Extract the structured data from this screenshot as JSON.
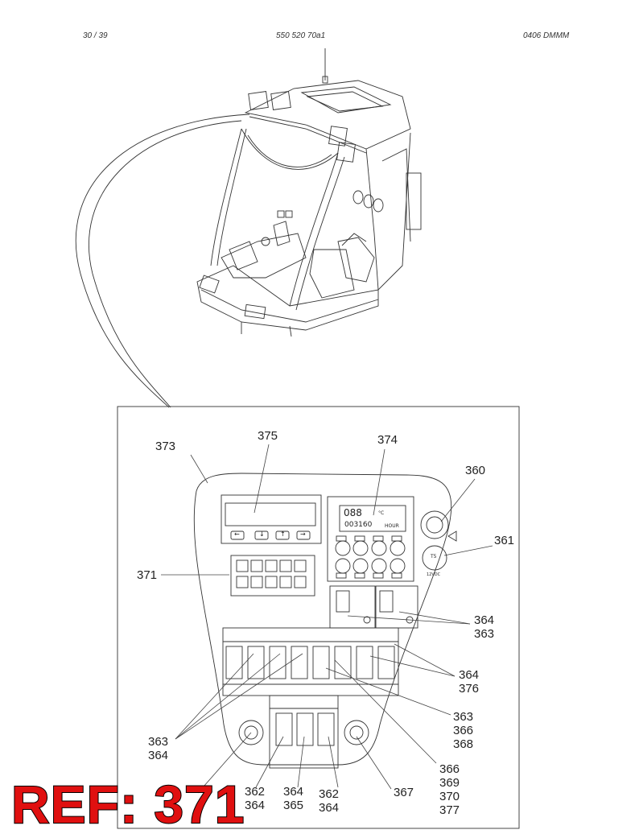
{
  "header": {
    "page": "30 /   39",
    "doc_number": "550 520 70a1",
    "revision": "0406  DMMM"
  },
  "callouts": {
    "c373": "373",
    "c375": "375",
    "c374": "374",
    "c360": "360",
    "c361": "361",
    "c371": "371",
    "c364_363": [
      "364",
      "363"
    ],
    "c364_376": [
      "364",
      "376"
    ],
    "c363_366_368": [
      "363",
      "366",
      "368"
    ],
    "c366_369_370_377": [
      "366",
      "369",
      "370",
      "377"
    ],
    "c363_364": [
      "363",
      "364"
    ],
    "c362_364_a": [
      "362",
      "364"
    ],
    "c364_365": [
      "364",
      "365"
    ],
    "c362_364_b": [
      "362",
      "364"
    ],
    "c367": "367"
  },
  "panel": {
    "display": {
      "temp": "088",
      "unit": "°C",
      "hours": "003160",
      "hours_label": "HOUR"
    },
    "arrow_buttons": [
      "←",
      "↓",
      "↑",
      "→"
    ],
    "gauge_label": "T5",
    "voltage_label": "12VDC"
  },
  "ref_label": "REF: 371"
}
